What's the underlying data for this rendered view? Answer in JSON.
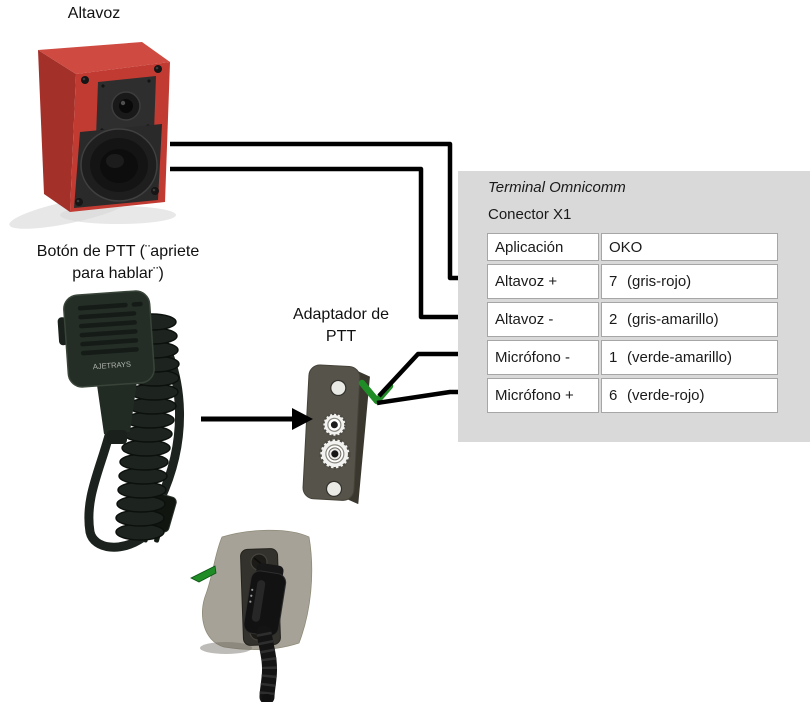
{
  "diagram": {
    "speaker_label": "Altavoz",
    "ptt_button_label_line1": "Botón de PTT (¨apriete",
    "ptt_button_label_line2": "para hablar¨)",
    "adapter_label_line1": "Adaptador de",
    "adapter_label_line2": "PTT",
    "mic_brand": "AJETRAYS"
  },
  "panel": {
    "title": "Terminal Omnicomm",
    "subtitle": "Conector X1",
    "bg_color": "#d9d9d9"
  },
  "table": {
    "headers": [
      "Aplicación",
      "OKO"
    ],
    "rows": [
      {
        "application": "Altavoz +",
        "pin": "7",
        "wire_colors": "(gris-rojo)"
      },
      {
        "application": "Altavoz -",
        "pin": "2",
        "wire_colors": "(gris-amarillo)"
      },
      {
        "application": "Micrófono -",
        "pin": "1",
        "wire_colors": "(verde-amarillo)"
      },
      {
        "application": "Micrófono +",
        "pin": "6",
        "wire_colors": "(verde-rojo)"
      }
    ]
  },
  "colors": {
    "speaker_red": "#c13b32",
    "wire_green": "#1f8c26",
    "line_black": "#000000",
    "panel_grey": "#d9d9d9"
  }
}
